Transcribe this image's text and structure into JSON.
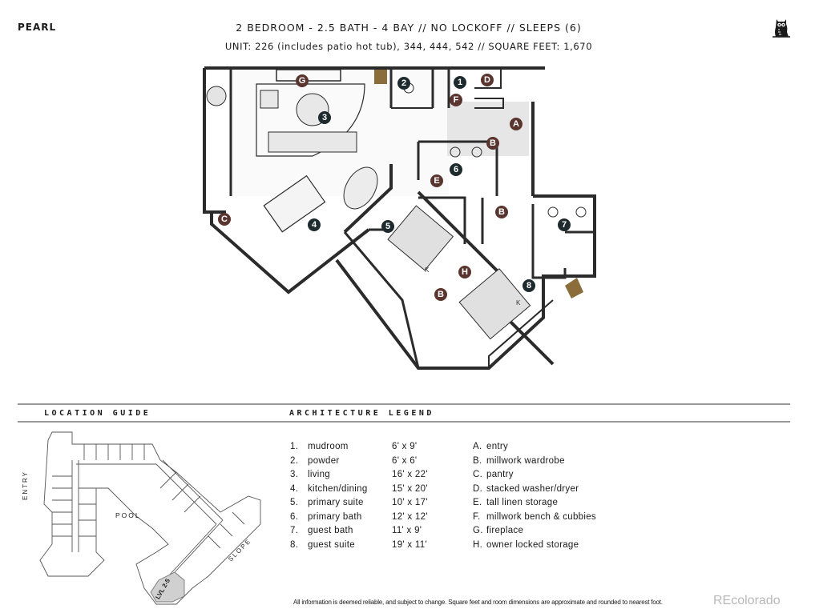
{
  "header": {
    "brand": "PEARL",
    "headline": "2 BEDROOM - 2.5 BATH - 4 BAY  //  NO LOCKOFF  //  SLEEPS (6)",
    "subline": "UNIT: 226 (includes patio hot tub), 344, 444, 542  //  SQUARE FEET: 1,670",
    "logo_icon": "owl-icon"
  },
  "floor_plan": {
    "room_markers": [
      "1",
      "2",
      "3",
      "4",
      "5",
      "6",
      "7",
      "8"
    ],
    "feature_markers": [
      "A",
      "B",
      "B",
      "B",
      "C",
      "D",
      "E",
      "F",
      "G",
      "H"
    ],
    "bed_labels": [
      "K",
      "K"
    ],
    "colors": {
      "room_marker": "#1d2a2e",
      "feature_marker": "#5a3530",
      "entry_fill": "#e6e6e6",
      "accent_block": "#8a6d3b"
    }
  },
  "sections": {
    "location_guide": "LOCATION GUIDE",
    "architecture_legend": "ARCHITECTURE LEGEND"
  },
  "location_guide": {
    "labels": {
      "entry": "ENTRY",
      "pool": "POOL",
      "slope": "SLOPE",
      "level": "LVL 2-5"
    }
  },
  "legend": {
    "rooms": [
      {
        "num": "1.",
        "name": "mudroom",
        "dim": "6' x 9'"
      },
      {
        "num": "2.",
        "name": "powder",
        "dim": "6' x 6'"
      },
      {
        "num": "3.",
        "name": "living",
        "dim": "16' x 22'"
      },
      {
        "num": "4.",
        "name": "kitchen/dining",
        "dim": "15' x 20'"
      },
      {
        "num": "5.",
        "name": "primary suite",
        "dim": "10' x 17'"
      },
      {
        "num": "6.",
        "name": "primary bath",
        "dim": "12' x 12'"
      },
      {
        "num": "7.",
        "name": "guest bath",
        "dim": "11' x 9'"
      },
      {
        "num": "8.",
        "name": "guest suite",
        "dim": "19' x 11'"
      }
    ],
    "features": [
      {
        "key": "A.",
        "name": "entry"
      },
      {
        "key": "B.",
        "name": "millwork wardrobe"
      },
      {
        "key": "C.",
        "name": "pantry"
      },
      {
        "key": "D.",
        "name": "stacked washer/dryer"
      },
      {
        "key": "E.",
        "name": "tall linen storage"
      },
      {
        "key": "F.",
        "name": "millwork bench & cubbies"
      },
      {
        "key": "G.",
        "name": "fireplace"
      },
      {
        "key": "H.",
        "name": "owner locked storage"
      }
    ]
  },
  "footer": {
    "disclaimer": "All information is deemed reliable, and subject to change. Square feet and room dimensions are approximate and rounded to nearest foot.",
    "watermark": "REcolorado"
  }
}
